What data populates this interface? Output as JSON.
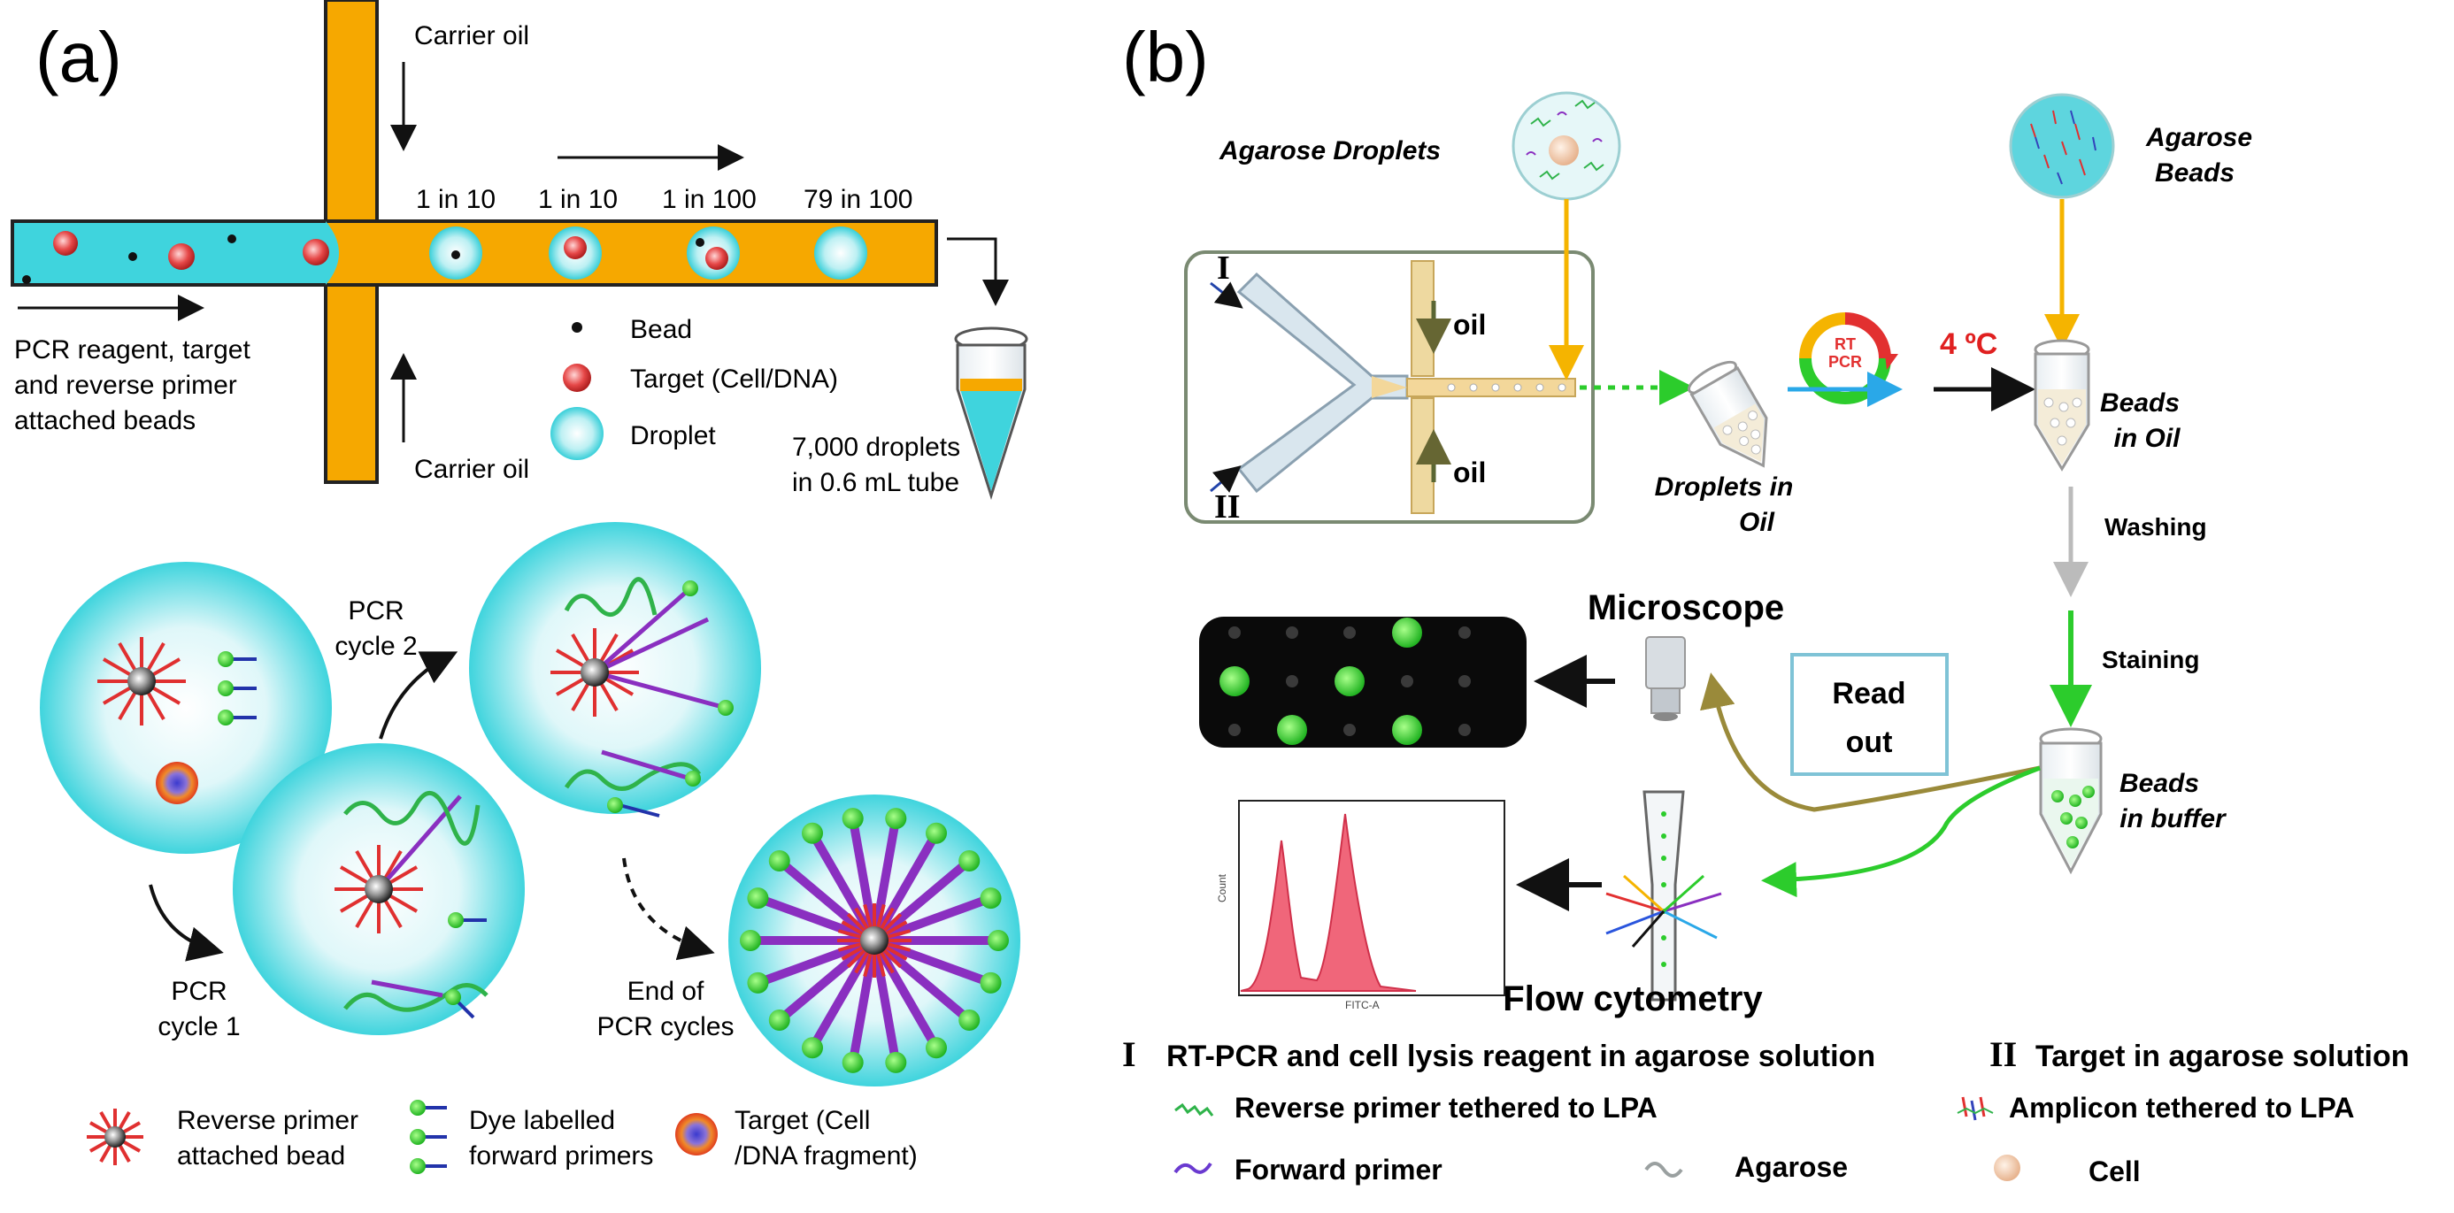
{
  "panel_a": {
    "label": "(a)",
    "channel": {
      "carrier_oil_top": "Carrier oil",
      "carrier_oil_bottom": "Carrier oil",
      "inlet_caption_line1": "PCR reagent, target",
      "inlet_caption_line2": "and reverse primer",
      "inlet_caption_line3": "attached beads",
      "ratios": [
        "1 in 10",
        "1 in 10",
        "1 in 100",
        "79 in 100"
      ],
      "tube_caption_line1": "7,000 droplets",
      "tube_caption_line2": "in 0.6 mL tube"
    },
    "legend_top": {
      "bead": "Bead",
      "target": "Target (Cell/DNA)",
      "droplet": "Droplet"
    },
    "cycles": {
      "cycle2_line1": "PCR",
      "cycle2_line2": "cycle 2",
      "cycle1_line1": "PCR",
      "cycle1_line2": "cycle 1",
      "end_line1": "End of",
      "end_line2": "PCR cycles"
    },
    "legend_bottom": {
      "reverse_line1": "Reverse primer",
      "reverse_line2": "attached bead",
      "dye_line1": "Dye labelled",
      "dye_line2": "forward primers",
      "target_line1": "Target (Cell",
      "target_line2": "/DNA fragment)"
    }
  },
  "panel_b": {
    "label": "(b)",
    "agarose_droplets": "Agarose Droplets",
    "agarose_beads_line1": "Agarose",
    "agarose_beads_line2": "Beads",
    "chip_I": "I",
    "chip_II": "II",
    "oil_top": "oil",
    "oil_bottom": "oil",
    "droplets_in_oil_line1": "Droplets in",
    "droplets_in_oil_line2": "Oil",
    "rtpcr_line1": "RT",
    "rtpcr_line2": "PCR",
    "temperature": "4 ºC",
    "beads_in_oil_line1": "Beads",
    "beads_in_oil_line2": "in Oil",
    "washing": "Washing",
    "staining": "Staining",
    "microscope": "Microscope",
    "read_out_line1": "Read",
    "read_out_line2": "out",
    "beads_in_buffer_line1": "Beads",
    "beads_in_buffer_line2": "in buffer",
    "flow_cytometry": "Flow cytometry",
    "hist_y_axis": "Count",
    "hist_x_axis": "FITC-A",
    "legend": {
      "I_label": "I",
      "I_text": "RT-PCR and cell lysis reagent in agarose solution",
      "II_label": "II",
      "II_text": "Target in agarose solution",
      "reverse_primer": "Reverse primer tethered to LPA",
      "amplicon": "Amplicon tethered to LPA",
      "forward_primer": "Forward primer",
      "agarose": "Agarose",
      "cell": "Cell"
    }
  },
  "colors": {
    "channel_orange": "#f6a800",
    "droplet_cyan": "#3fd4dd",
    "bead_red": "#e24b4b",
    "primer_green": "#2fb34a",
    "primer_purple": "#8a2fc0",
    "arrow_yellow": "#f5b400",
    "arrow_green": "#2ccc2c",
    "arrow_blue": "#2aa8e8"
  }
}
